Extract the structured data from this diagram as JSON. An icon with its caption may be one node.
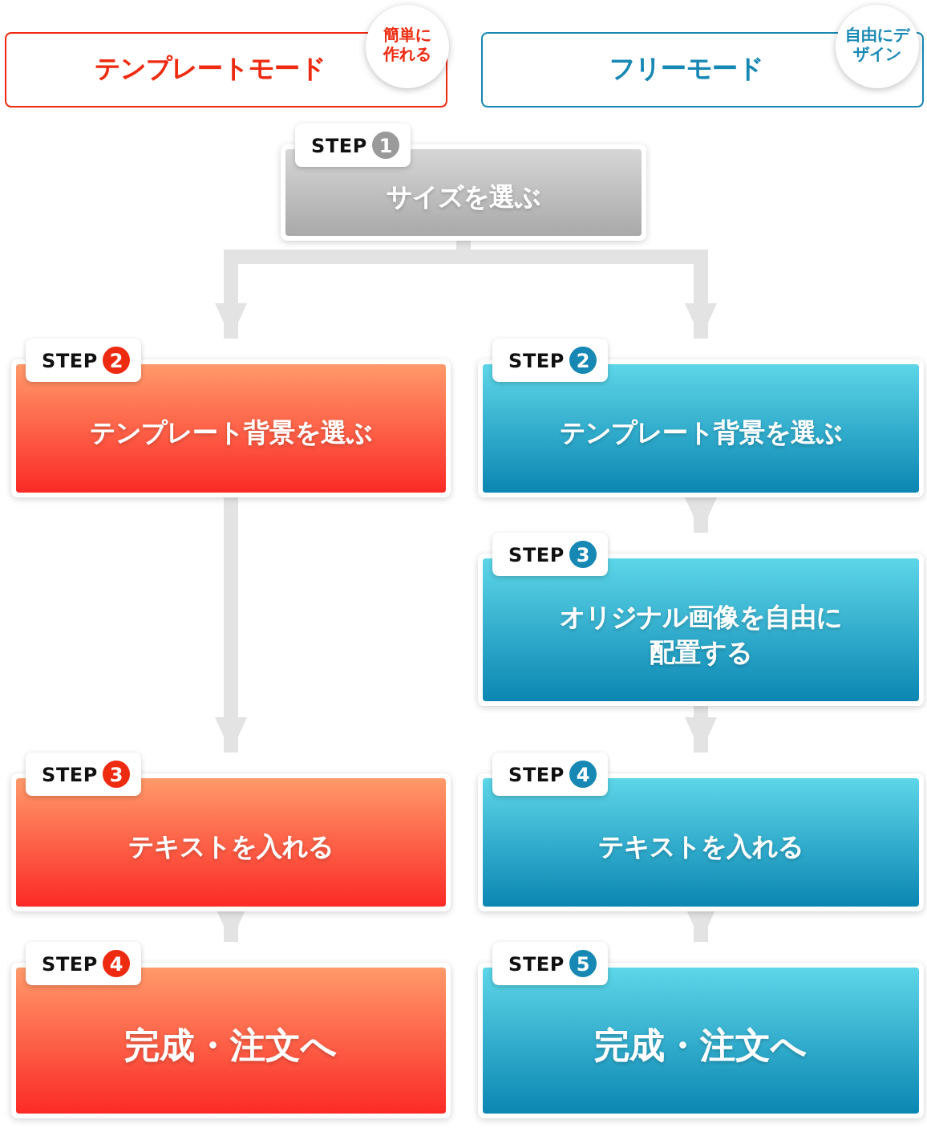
{
  "diagram": {
    "nodes": [
      {
        "text": [
          "テンプレートモード"
        ]
      },
      {
        "text": [
          "簡単に作れる"
        ]
      },
      {
        "text": [
          "フリーモード"
        ]
      },
      {
        "text": [
          "自由にデザイン"
        ]
      },
      {
        "text": [
          "サイズを選ぶ"
        ]
      },
      {
        "text": [
          "STEP",
          "1"
        ],
        "in": 4
      },
      {
        "text": [
          "テンプレート背景を選ぶ"
        ]
      },
      {
        "text": [
          "STEP",
          "2"
        ],
        "in": 6
      },
      {
        "text": [
          "テンプレート背景を選ぶ"
        ]
      },
      {
        "text": [
          "STEP",
          "2"
        ],
        "in": 8
      },
      {
        "text": [
          "オリジナル画像を自由に配置する"
        ]
      },
      {
        "text": [
          "STEP",
          "3"
        ],
        "in": 10
      },
      {
        "text": [
          "テキストを入れる"
        ]
      },
      {
        "text": [
          "STEP",
          "3"
        ],
        "in": 12
      },
      {
        "text": [
          "テキストを入れる"
        ]
      },
      {
        "text": [
          "STEP",
          "4"
        ],
        "in": 14
      },
      {
        "text": [
          "完成・注文へ"
        ]
      },
      {
        "text": [
          "STEP",
          "4"
        ],
        "in": 16
      },
      {
        "text": [
          "完成・注文へ"
        ]
      },
      {
        "text": [
          "STEP",
          "5"
        ],
        "in": 18
      }
    ],
    "edges": [
      {
        "from": 4,
        "to": 6,
        "arrow": "to"
      },
      {
        "from": 4,
        "to": 8,
        "arrow": "to"
      },
      {
        "from": 6,
        "to": 12,
        "arrow": "to"
      },
      {
        "from": 8,
        "to": 10,
        "arrow": "to"
      },
      {
        "from": 10,
        "to": 14,
        "arrow": "to"
      },
      {
        "from": 12,
        "to": 16,
        "arrow": "to"
      },
      {
        "from": 14,
        "to": 18,
        "arrow": "to"
      }
    ]
  }
}
